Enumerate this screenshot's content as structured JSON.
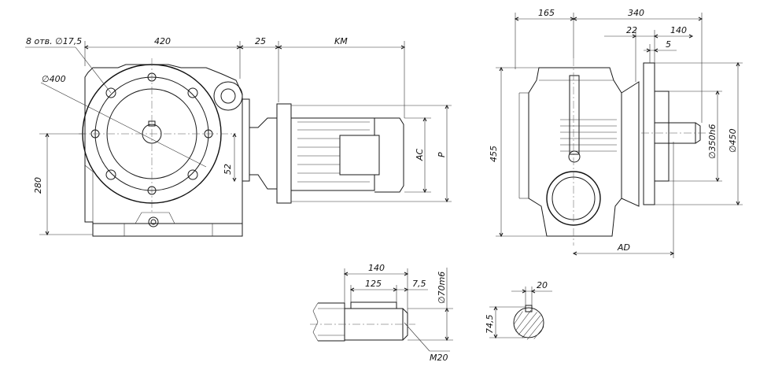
{
  "front_view": {
    "holes": "8 отв. ∅17,5",
    "width": "420",
    "offset": "25",
    "motor_length": "KM",
    "bolt_circle": "∅400",
    "height": "280",
    "flange_offset": "52",
    "motor_dim_ac": "AC",
    "motor_dim_p": "P"
  },
  "side_view": {
    "left_width": "165",
    "total_width": "340",
    "flange_thickness": "22",
    "shaft_length": "140",
    "shaft_step": "5",
    "height": "455",
    "pilot_diameter": "∅350h6",
    "flange_diameter": "∅450",
    "motor_dim_ad": "AD"
  },
  "shaft_detail": {
    "length": "140",
    "key_length": "125",
    "key_offset": "7,5",
    "diameter": "∅70m6",
    "thread": "M20"
  },
  "section": {
    "key_width": "20",
    "key_depth": "74,5"
  }
}
